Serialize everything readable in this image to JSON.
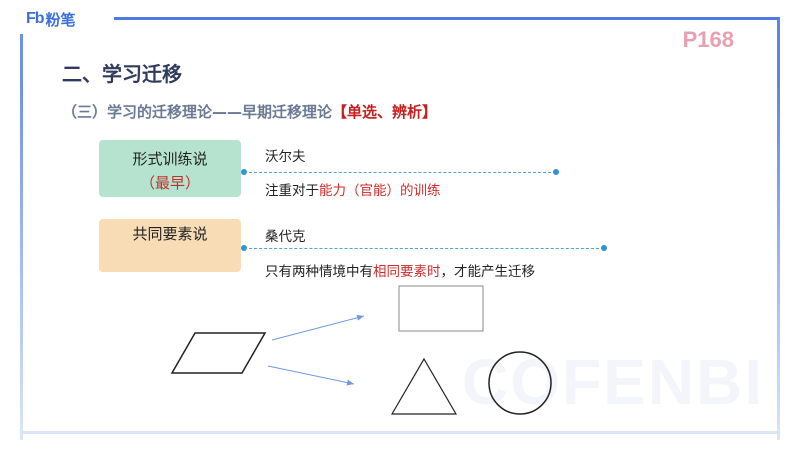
{
  "brand": {
    "mark": "Fb",
    "name": "粉笔",
    "color": "#3b6fe0"
  },
  "page_number": "P168",
  "watermark": "COFENBI",
  "title": "二、学习迁移",
  "subtitle": {
    "text": "（三）学习的迁移理论——早期迁移理论",
    "tag": "【单选、辨析】"
  },
  "theories": [
    {
      "name": "形式训练说",
      "note": "（最早）",
      "color": "#b5e3cf",
      "person": "沃尔夫",
      "desc_prefix": "注重对于",
      "desc_highlight": "能力（官能）的训练",
      "desc_suffix": ""
    },
    {
      "name": "共同要素说",
      "color": "#f7dcb5",
      "person": "桑代克",
      "desc_prefix": "只有两种情境中有",
      "desc_highlight": "相同要素时",
      "desc_suffix": "，才能产生迁移"
    }
  ],
  "diagram": {
    "source_shape": "parallelogram",
    "target_shapes": [
      "rectangle",
      "triangle",
      "circle"
    ]
  },
  "colors": {
    "frame": "#4c7ae6",
    "highlight": "#d02a2a",
    "connector": "#4ea3d8",
    "arrow": "#6f9be0"
  }
}
